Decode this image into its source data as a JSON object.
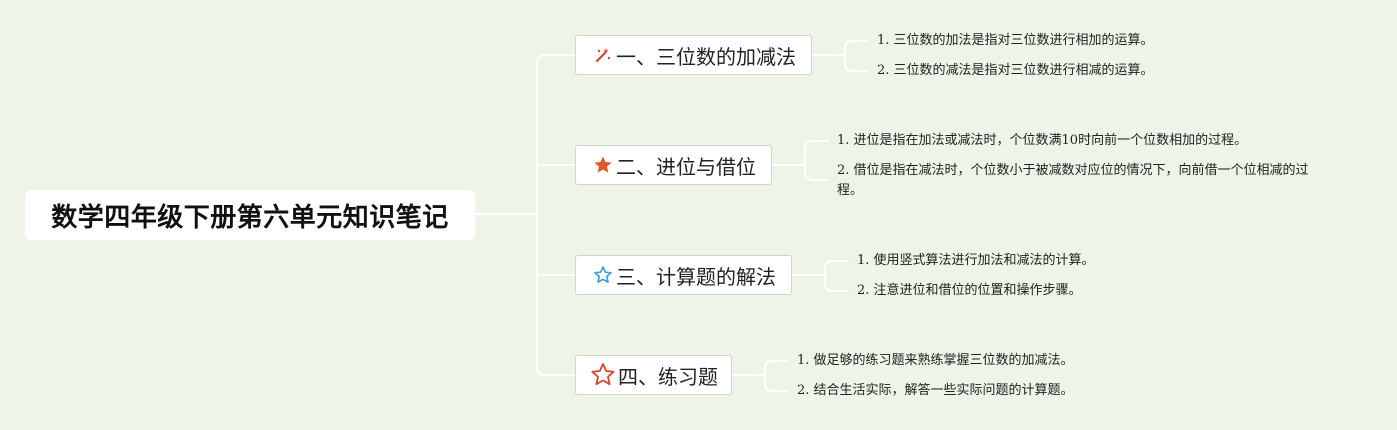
{
  "root": {
    "title": "数学四年级下册第六单元知识笔记"
  },
  "branches": [
    {
      "label": "一、三位数的加减法",
      "icon": "magic-wand-icon",
      "color": "#d9442b",
      "leaves": [
        "1. 三位数的加法是指对三位数进行相加的运算。",
        "2. 三位数的减法是指对三位数进行相减的运算。"
      ]
    },
    {
      "label": "二、进位与借位",
      "icon": "star-filled-icon",
      "color": "#e0582e",
      "leaves": [
        "1. 进位是指在加法或减法时，个位数满10时向前一个位数相加的过程。",
        "2. 借位是指在减法时，个位数小于被减数对应位的情况下，向前借一个位相减的过程。"
      ]
    },
    {
      "label": "三、计算题的解法",
      "icon": "star-outline-blue-icon",
      "color": "#3a9bd9",
      "leaves": [
        "1. 使用竖式算法进行加法和减法的计算。",
        "2. 注意进位和借位的位置和操作步骤。"
      ]
    },
    {
      "label": "四、练习题",
      "icon": "star-outline-red-icon",
      "color": "#d9442b",
      "leaves": [
        "1. 做足够的练习题来熟练掌握三位数的加减法。",
        "2. 结合生活实际，解答一些实际问题的计算题。"
      ]
    }
  ],
  "colors": {
    "background": "#eef4e8",
    "connector": "#ffffff"
  }
}
